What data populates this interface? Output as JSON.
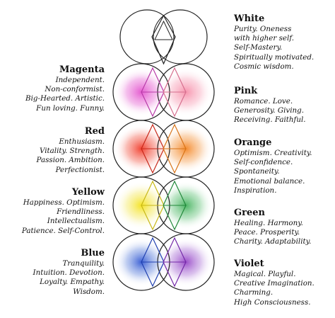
{
  "colors": {
    "white": "#ffffff",
    "magenta": "#e040c8",
    "pink": "#f7a0b8",
    "red": "#f0301e",
    "orange": "#f48a1c",
    "yellow": "#f4e21c",
    "green": "#2ea84a",
    "blue": "#2850c8",
    "violet": "#8a30c0"
  },
  "labels": {
    "white": {
      "title": "White",
      "lines": [
        "Purity. Oneness",
        "with higher self.",
        "Self-Mastery.",
        "Spiritually motivated.",
        "Cosmic wisdom."
      ]
    },
    "magenta": {
      "title": "Magenta",
      "lines": [
        "Independent.",
        "Non-conformist.",
        "Big-Hearted. Artistic.",
        "Fun loving. Funny."
      ]
    },
    "pink": {
      "title": "Pink",
      "lines": [
        "Romance. Love.",
        "Generosity. Giving.",
        "Receiving. Faithful."
      ]
    },
    "red": {
      "title": "Red",
      "lines": [
        "Enthusiasm.",
        "Vitality. Strength.",
        "Passion. Ambition.",
        "Perfectionist."
      ]
    },
    "orange": {
      "title": "Orange",
      "lines": [
        "Optimism. Creativity.",
        "Self-confidence.",
        "Spontaneity.",
        "Emotional balance.",
        "Inspiration."
      ]
    },
    "yellow": {
      "title": "Yellow",
      "lines": [
        "Happiness. Optimism.",
        "Friendliness.",
        "Intellectualism.",
        "Patience. Self-Control."
      ]
    },
    "green": {
      "title": "Green",
      "lines": [
        "Healing. Harmony.",
        "Peace. Prosperity.",
        "Charity. Adaptability."
      ]
    },
    "blue": {
      "title": "Blue",
      "lines": [
        "Tranquility.",
        "Intuition. Devotion.",
        "Loyalty. Empathy.",
        "Wisdom."
      ]
    },
    "violet": {
      "title": "Violet",
      "lines": [
        "Magical. Playful.",
        "Creative Imagination.",
        "Charming.",
        "High Consciousness."
      ]
    }
  }
}
